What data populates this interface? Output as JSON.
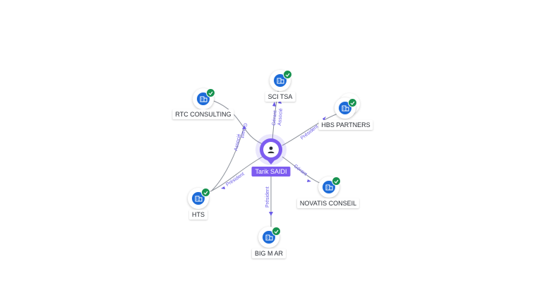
{
  "center": {
    "label": "Tarik SAIDI",
    "icon": "person-icon"
  },
  "companies": [
    {
      "id": "sci-tsa",
      "label": "SCI TSA",
      "icon": "building-icon",
      "badge": "check-icon"
    },
    {
      "id": "rtc-consulting",
      "label": "RTC CONSULTING",
      "icon": "building-icon",
      "badge": "check-icon"
    },
    {
      "id": "hbs-partners",
      "label": "HBS PARTNERS",
      "icon": "building-icon",
      "badge": "check-icon"
    },
    {
      "id": "hts",
      "label": "HTS",
      "icon": "building-icon",
      "badge": "check-icon"
    },
    {
      "id": "novatis-conseil",
      "label": "NOVATIS CONSEIL",
      "icon": "building-icon",
      "badge": "check-icon"
    },
    {
      "id": "big-m-ar",
      "label": "BIG M AR",
      "icon": "building-icon",
      "badge": "check-icon"
    }
  ],
  "relations": [
    {
      "to": "sci-tsa",
      "labels": [
        "Gérant",
        "Associé"
      ]
    },
    {
      "to": "rtc-consulting",
      "labels": [
        "Gérant",
        "Associé"
      ]
    },
    {
      "to": "hbs-partners",
      "labels": [
        "Président"
      ]
    },
    {
      "to": "hts",
      "labels": [
        "Président"
      ]
    },
    {
      "to": "novatis-conseil",
      "labels": [
        "Gérant"
      ]
    },
    {
      "to": "big-m-ar",
      "labels": [
        "Président"
      ]
    }
  ],
  "colors": {
    "person": "#7d5cf0",
    "company": "#1d6bd8",
    "verified": "#17924f",
    "relation_label": "#6b5ce7"
  }
}
